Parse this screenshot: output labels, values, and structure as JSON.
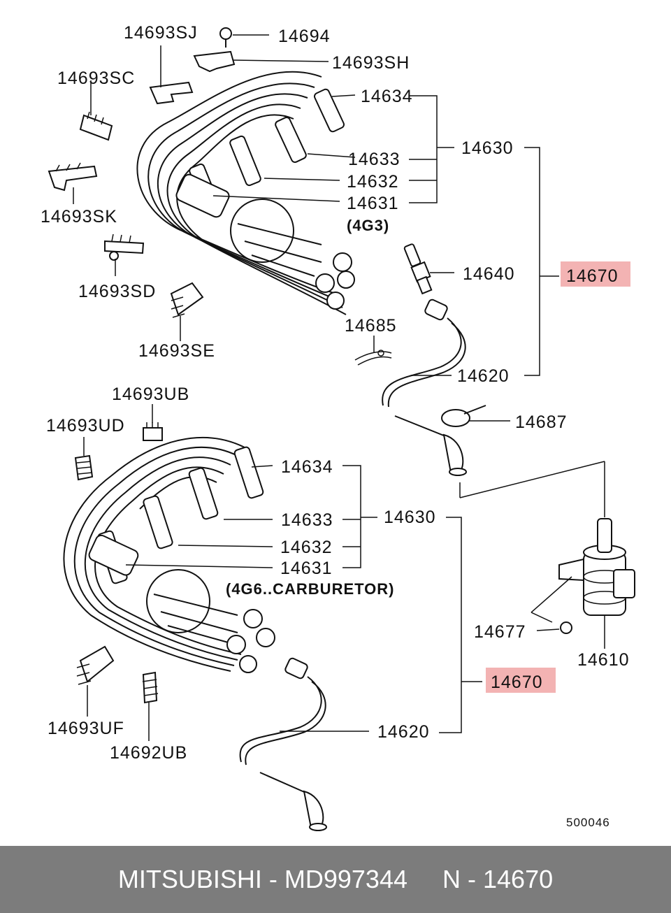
{
  "top": {
    "labels": {
      "p14693SJ": "14693SJ",
      "p14694": "14694",
      "p14693SH": "14693SH",
      "p14693SC": "14693SC",
      "p14634": "14634",
      "p14630": "14630",
      "p14633": "14633",
      "p14632": "14632",
      "p14631": "14631",
      "p14693SK": "14693SK",
      "engine": "(4G3)",
      "p14693SD": "14693SD",
      "p14640": "14640",
      "p14670": "14670",
      "p14693SE": "14693SE",
      "p14685": "14685",
      "p14620": "14620",
      "p14687": "14687"
    }
  },
  "bottom": {
    "labels": {
      "p14693UB": "14693UB",
      "p14693UD": "14693UD",
      "p14634": "14634",
      "p14633": "14633",
      "p14630": "14630",
      "p14632": "14632",
      "p14631": "14631",
      "engine": "(4G6..CARBURETOR)",
      "p14677": "14677",
      "p14610": "14610",
      "p14670": "14670",
      "p14693UF": "14693UF",
      "p14620": "14620",
      "p14692UB": "14692UB"
    }
  },
  "diagram_code": "500046",
  "highlight_color": "#f3b3b3",
  "footer": {
    "brand": "MITSUBISHI",
    "part_number": "MD997344",
    "ref": "N - 14670"
  }
}
